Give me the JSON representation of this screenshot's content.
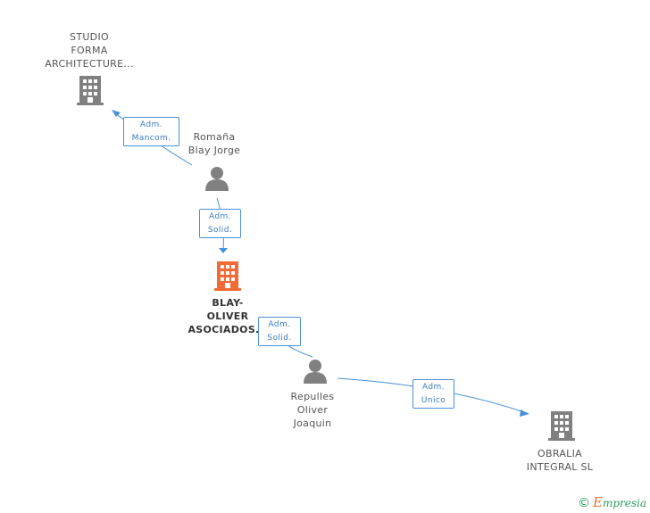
{
  "nodes": {
    "studio": {
      "label": "STUDIO\nFORMA\nARCHITECTURE...",
      "type": "company"
    },
    "romana": {
      "label": "Romaña\nBlay Jorge",
      "type": "person"
    },
    "blay": {
      "label": "BLAY-\nOLIVER\nASOCIADOS...",
      "type": "company-focus"
    },
    "repulles": {
      "label": "Repulles\nOliver\nJoaquin",
      "type": "person"
    },
    "obralia": {
      "label": "OBRALIA\nINTEGRAL SL",
      "type": "company"
    }
  },
  "edges": {
    "romana_studio": {
      "label": "Adm.\nMancom."
    },
    "romana_blay": {
      "label": "Adm.\nSolid."
    },
    "repulles_blay": {
      "label": "Adm.\nSolid."
    },
    "repulles_obralia": {
      "label": "Adm.\nUnico"
    }
  },
  "brand": {
    "copyright": "©",
    "initial": "E",
    "name": "mpresia"
  },
  "colors": {
    "company": "#808080",
    "company_focus": "#f26a35",
    "person": "#808080",
    "edge": "#4a90d9"
  },
  "icons": {
    "company": "building-icon",
    "person": "person-icon"
  }
}
